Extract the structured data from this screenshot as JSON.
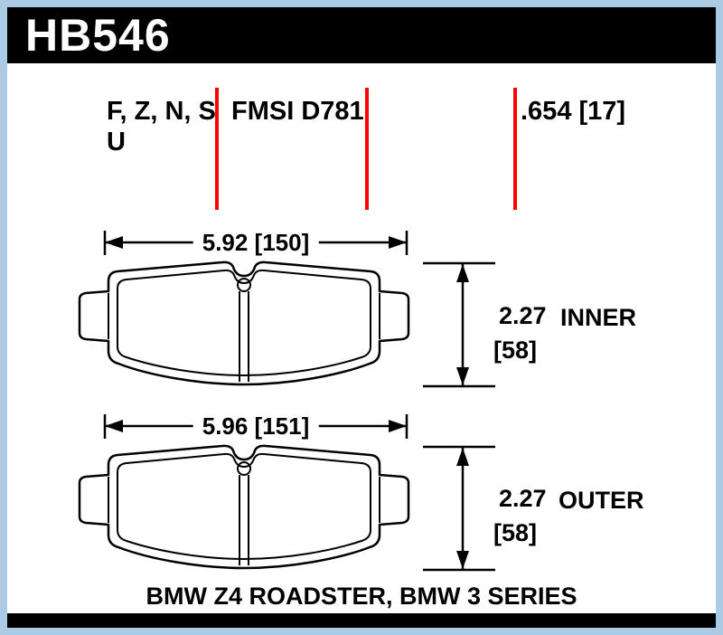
{
  "header": {
    "part_number": "HB546"
  },
  "spec": {
    "compounds_line1": "F, Z, N, S",
    "compounds_line2": "U",
    "fmsi": "FMSI D781",
    "thickness": ".654 [17]"
  },
  "pads": [
    {
      "width_label": "5.92 [150]",
      "height_in": "2.27",
      "height_mm": "[58]",
      "position": "INNER"
    },
    {
      "width_label": "5.96 [151]",
      "height_in": "2.27",
      "height_mm": "[58]",
      "position": "OUTER"
    }
  ],
  "footer": {
    "application": "BMW Z4 ROADSTER, BMW 3 SERIES"
  },
  "colors": {
    "frame_blue": "#abcbe4",
    "bar_black": "#000000",
    "divider_red": "#ff0000",
    "ink": "#000000",
    "background": "#ffffff"
  }
}
